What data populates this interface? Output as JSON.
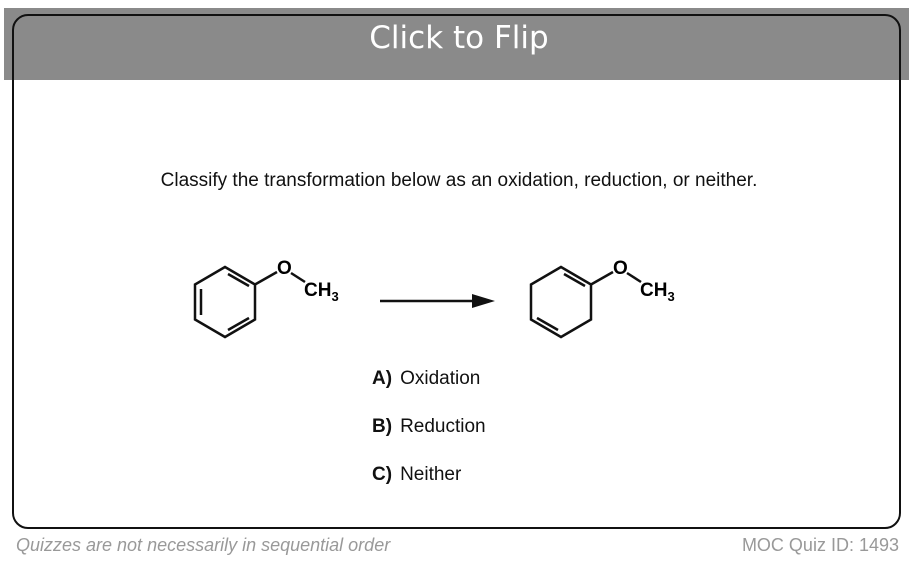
{
  "card": {
    "flip_label": "Click to Flip",
    "question": "Classify the transformation below as an oxidation, reduction, or neither.",
    "reactant": {
      "o_label": "O",
      "ch3_label": "CH3"
    },
    "product": {
      "o_label": "O",
      "ch3_label": "CH3"
    },
    "options": [
      {
        "letter": "A)",
        "text": "Oxidation"
      },
      {
        "letter": "B)",
        "text": "Reduction"
      },
      {
        "letter": "C)",
        "text": "Neither"
      }
    ]
  },
  "footer": {
    "note": "Quizzes are not necessarily in sequential order",
    "quiz_id": "MOC Quiz ID: 1493"
  }
}
